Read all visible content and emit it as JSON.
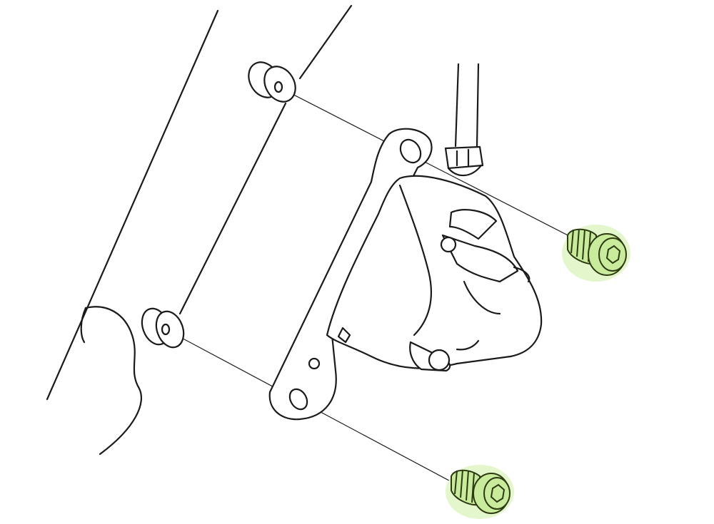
{
  "diagram": {
    "parts": [
      "fork-leg",
      "washer-upper",
      "washer-lower",
      "caliper-bracket",
      "brake-caliper",
      "brake-hose",
      "mounting-bolt-upper",
      "mounting-bolt-lower"
    ],
    "colors": {
      "line": "#1a1a1a",
      "bolt_highlight": "#c8ec9c",
      "bolt_glow": "#e3f6cc",
      "bolt_outline": "#2d3a12"
    }
  }
}
